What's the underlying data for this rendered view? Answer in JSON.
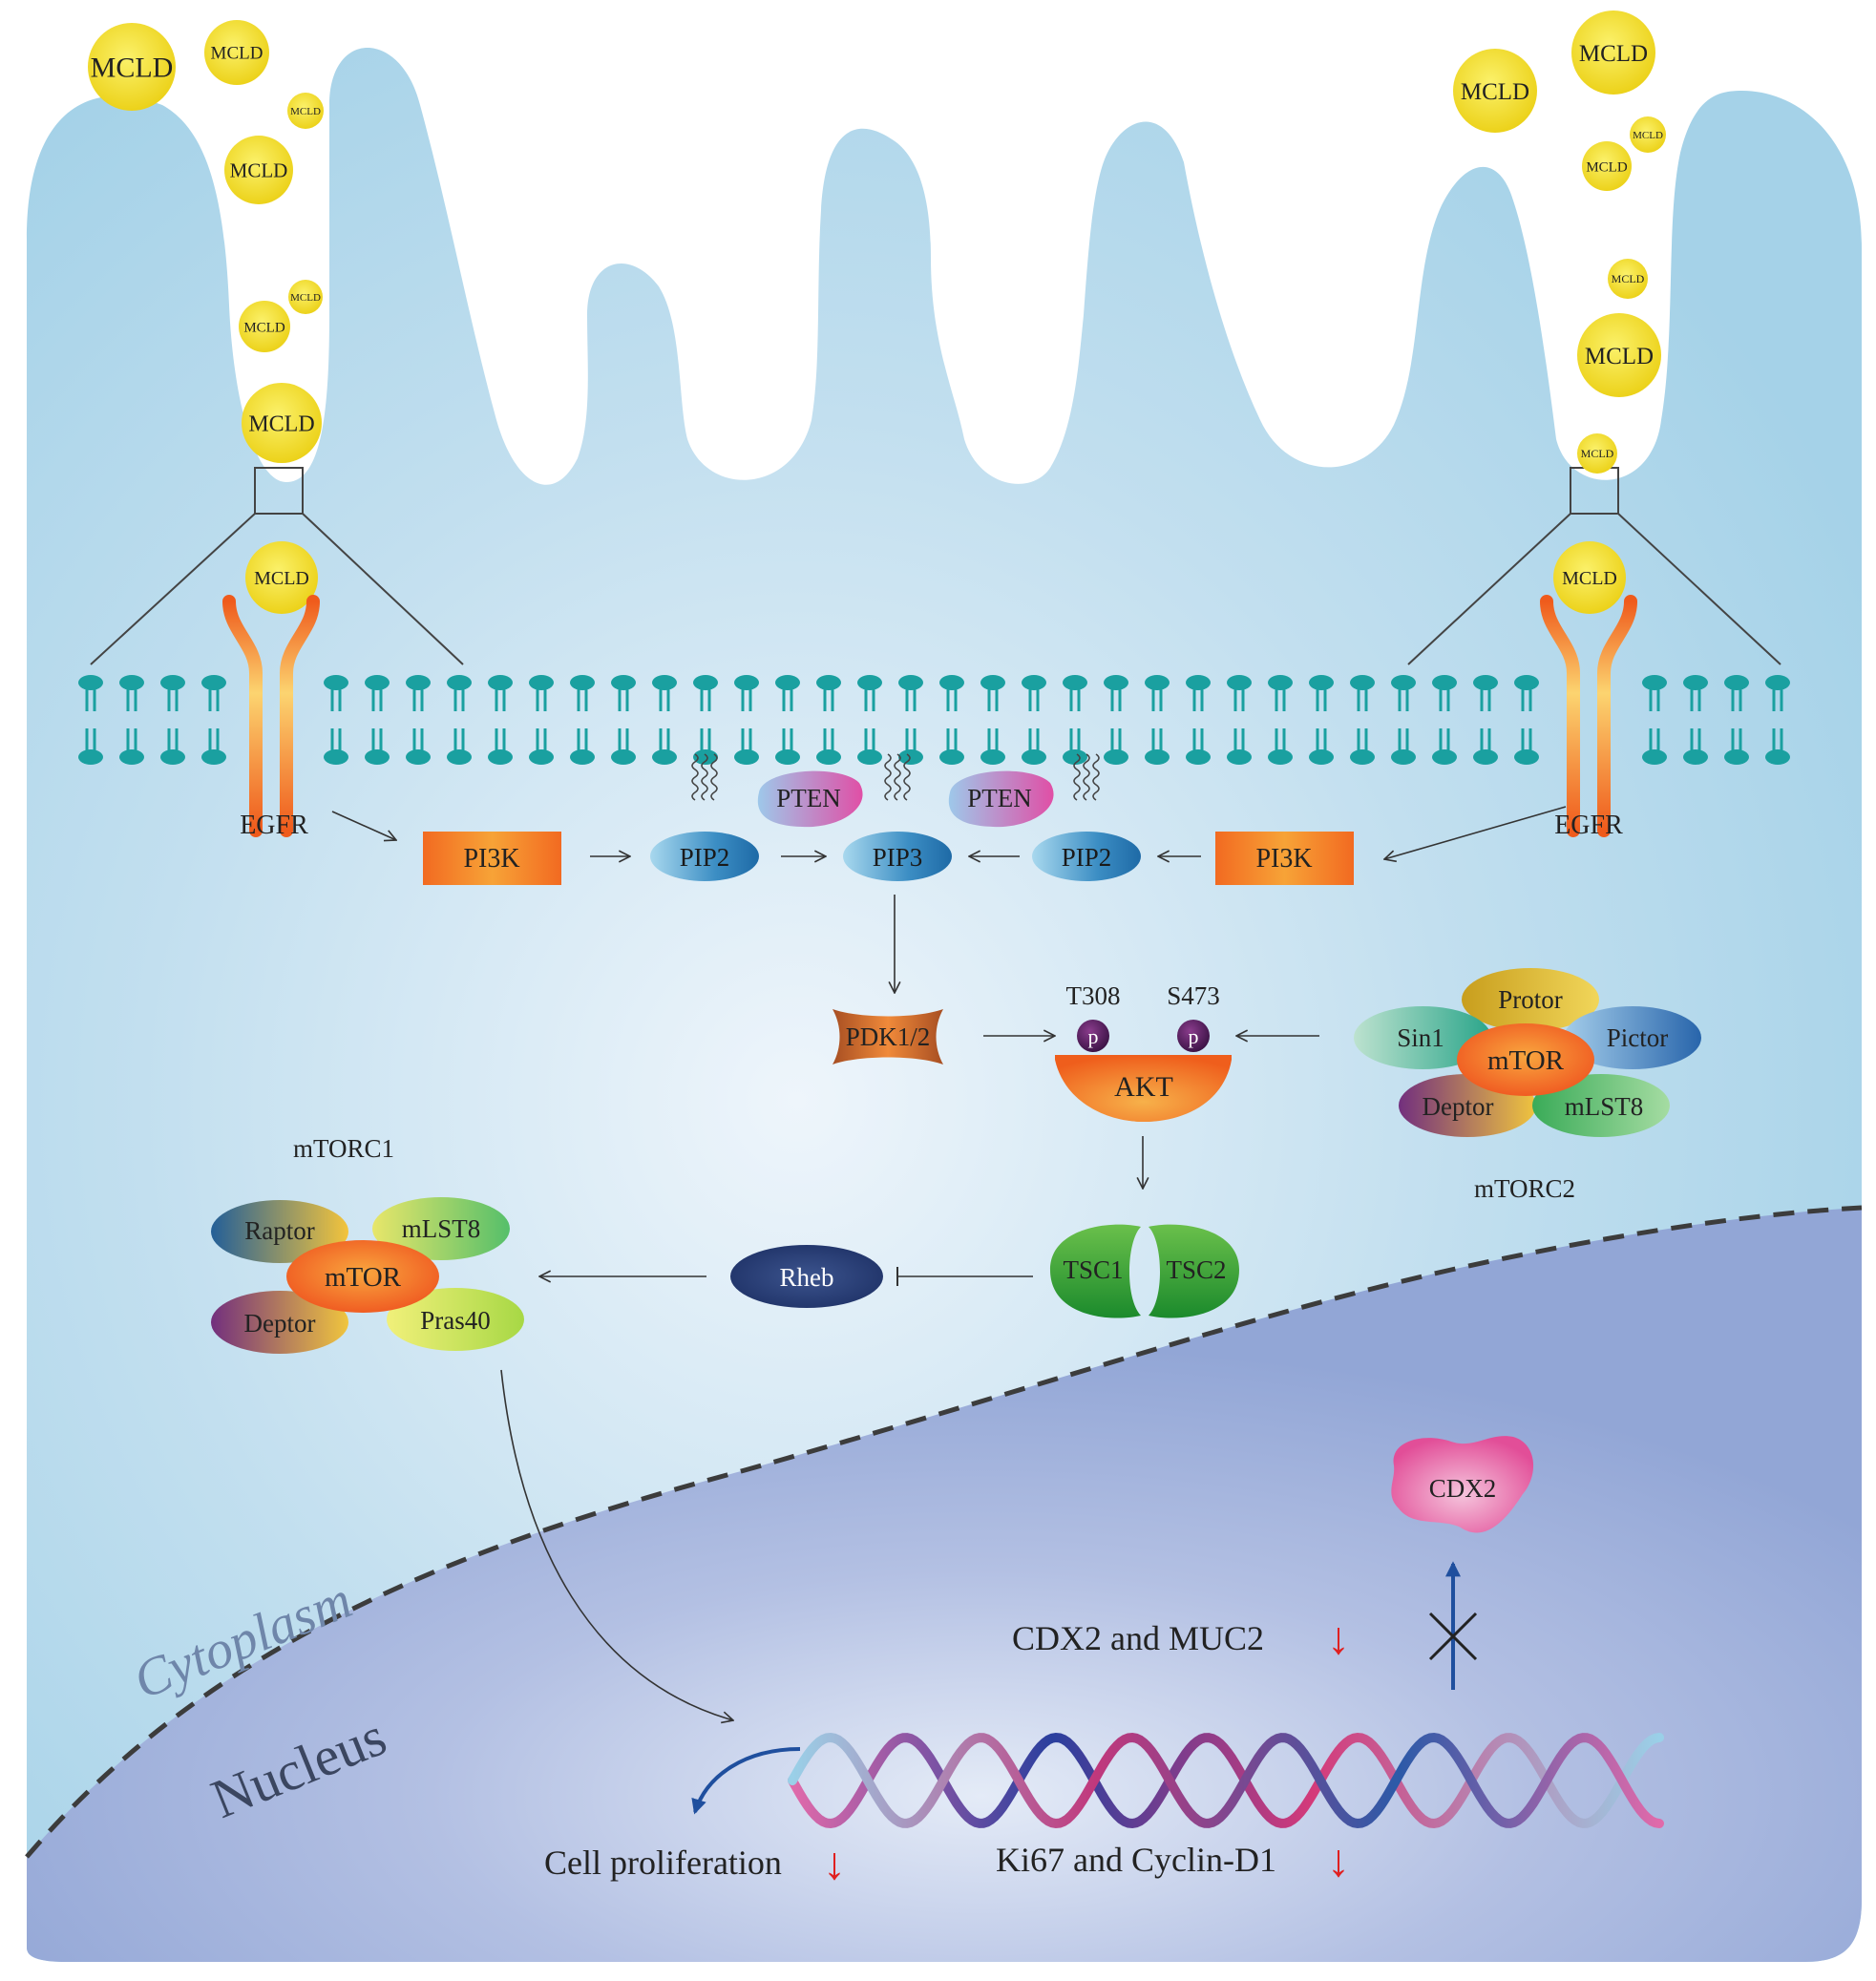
{
  "ligand": {
    "label": "MCLD",
    "color": "#f2e21f"
  },
  "receptors": {
    "left": "EGFR",
    "right": "EGFR"
  },
  "pathway": {
    "pi3k_left": "PI3K",
    "pi3k_right": "PI3K",
    "pip2_left": "PIP2",
    "pip2_right": "PIP2",
    "pip3": "PIP3",
    "pten_left": "PTEN",
    "pten_right": "PTEN",
    "pdk": "PDK1/2",
    "akt": "AKT",
    "phospho_site_1": "T308",
    "phospho_site_2": "S473",
    "phospho_mark": "p",
    "tsc1": "TSC1",
    "tsc2": "TSC2",
    "rheb": "Rheb"
  },
  "mtorc1": {
    "title": "mTORC1",
    "core": "mTOR",
    "raptor": "Raptor",
    "mlst8": "mLST8",
    "deptor": "Deptor",
    "pras40": "Pras40"
  },
  "mtorc2": {
    "title": "mTORC2",
    "core": "mTOR",
    "protor": "Protor",
    "sin1": "Sin1",
    "pictor": "Pictor",
    "deptor": "Deptor",
    "mlst8": "mLST8"
  },
  "regions": {
    "cytoplasm": "Cytoplasm",
    "nucleus": "Nucleus"
  },
  "outcomes": {
    "cdx2_protein": "CDX2",
    "cdx2_muc2": "CDX2 and MUC2",
    "ki67_cyclin": "Ki67 and Cyclin-D1",
    "proliferation": "Cell proliferation",
    "down_arrow": "↓"
  },
  "colors": {
    "cell": "#a8d4e8",
    "nucleus": "#9aaad8",
    "membrane": "#2ba6a2",
    "receptor": "#f06a22",
    "down_arrow": "#e02020"
  }
}
